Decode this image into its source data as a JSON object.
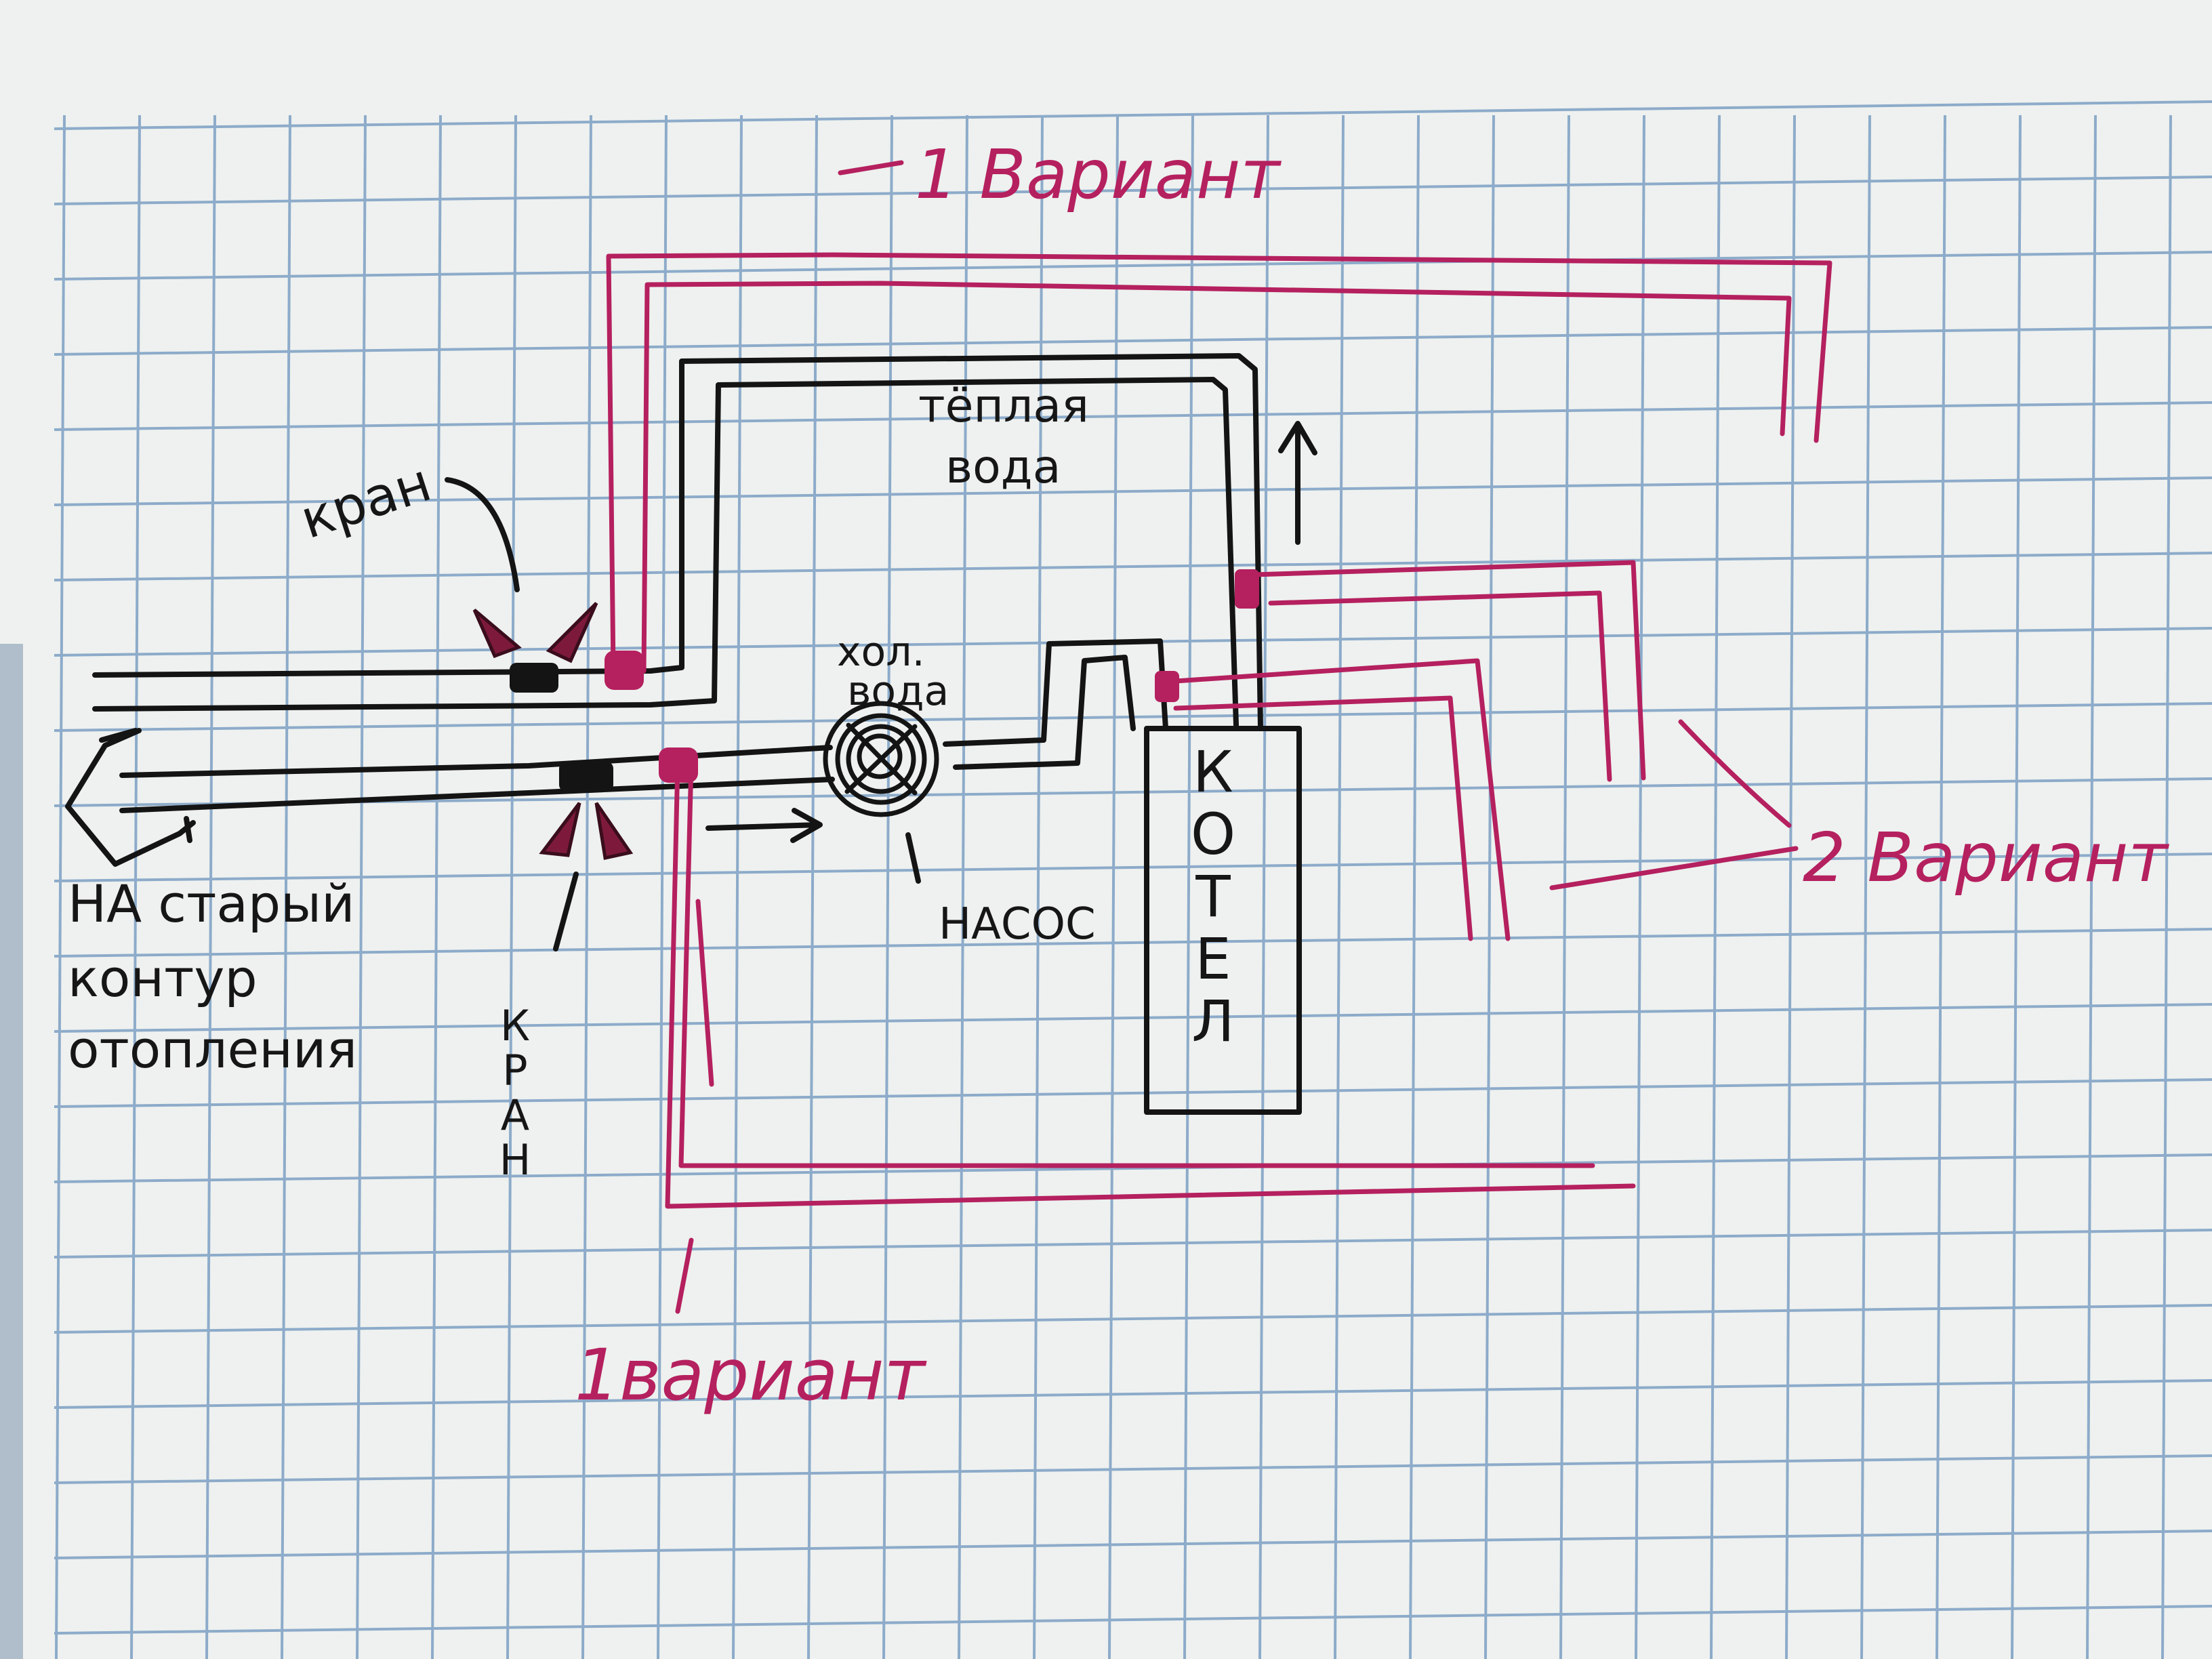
{
  "labels": {
    "variant1_top": "1 Вариант",
    "variant1_bottom": "1вариант",
    "variant2": "2 Вариант",
    "warm_water_line1": "тёплая",
    "warm_water_line2": "вода",
    "cold_water_line1": "хол.",
    "cold_water_line2": "вода",
    "valve_top": "кран",
    "valve_bottom": "КРАН",
    "pump": "НАСОС",
    "boiler": "КОТЕЛ",
    "old_circuit_line1": "НА старый",
    "old_circuit_line2": "контур",
    "old_circuit_line3": "отопления"
  },
  "colors": {
    "ink_black": "#141414",
    "ink_red": "#b5205f",
    "paper": "#eef1ef",
    "grid": "#7d9fc4"
  }
}
